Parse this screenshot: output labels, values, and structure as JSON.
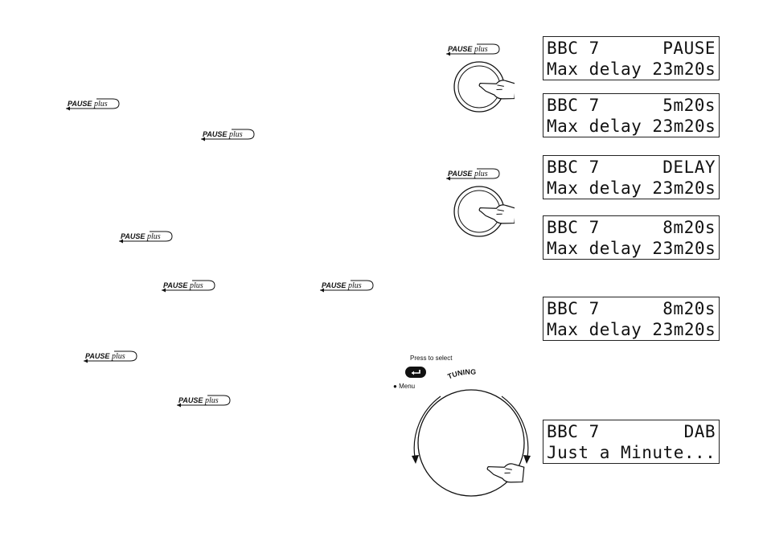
{
  "logo_text": {
    "main": "PAUSE",
    "script": "plus"
  },
  "displays": [
    {
      "line1_left": "BBC 7",
      "line1_right": "PAUSE",
      "line2": "Max delay 23m20s"
    },
    {
      "line1_left": "BBC 7",
      "line1_right": "5m20s",
      "line2": "Max delay 23m20s"
    },
    {
      "line1_left": "BBC 7",
      "line1_right": "DELAY",
      "line2": "Max delay 23m20s"
    },
    {
      "line1_left": "BBC 7",
      "line1_right": "8m20s",
      "line2": "Max delay 23m20s"
    },
    {
      "line1_left": "BBC 7",
      "line1_right": "8m20s",
      "line2": "Max delay 23m20s"
    },
    {
      "line1_left": "BBC 7",
      "line1_right": "DAB",
      "line2": "Just a Minute..."
    }
  ],
  "dial": {
    "press_label": "Press to select",
    "menu_label": "Menu",
    "tuning_label": "TUNING"
  }
}
